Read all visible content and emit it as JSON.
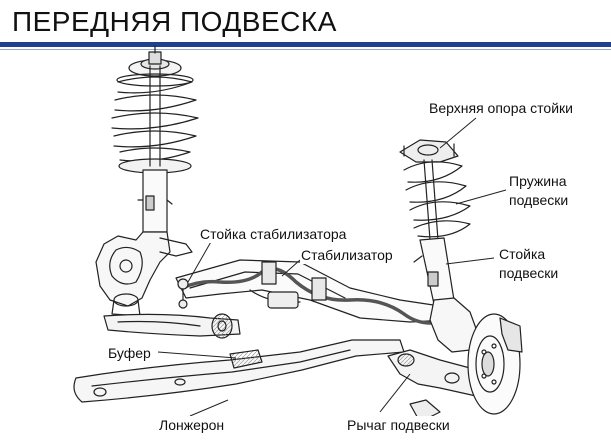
{
  "title": "ПЕРЕДНЯЯ ПОДВЕСКА",
  "labels": {
    "upper_mount": "Верхняя опора стойки",
    "spring_line1": "Пружина",
    "spring_line2": "подвески",
    "strut_line1": "Стойка",
    "strut_line2": "подвески",
    "stabilizer_link": "Стойка стабилизатора",
    "stabilizer": "Стабилизатор",
    "bumper": "Буфер",
    "side_member": "Лонжерон",
    "control_arm": "Рычаг подвески"
  },
  "colors": {
    "title_rule": "#1f3f8f",
    "line": "#222222",
    "stabilizer_bar": "#6a6a6a"
  }
}
